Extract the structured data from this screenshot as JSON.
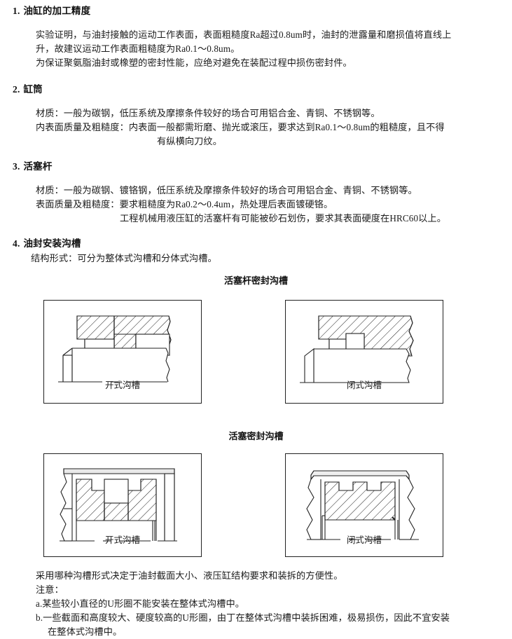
{
  "document": {
    "sections": [
      {
        "number": "1.",
        "title": "油缸的加工精度",
        "paragraphs": [
          "实验证明，与油封接触的运动工作表面，表面粗糙度Ra超过0.8um时，油封的泄露量和磨损值将直线上",
          "升，故建议运动工作表面粗糙度为Ra0.1～0.8um。",
          "为保证聚氨脂油封或橡塑的密封性能，应绝对避免在装配过程中损伤密封件。"
        ]
      },
      {
        "number": "2.",
        "title": "缸筒",
        "paragraphs": [
          "材质：一般为碳钢，低压系统及摩擦条件较好的场合可用铝合金、青铜、不锈钢等。",
          "内表面质量及粗糙度：内表面一般都需珩磨、抛光或滚压，要求达到Ra0.1～0.8um的粗糙度，且不得",
          "有纵横向刀纹。"
        ]
      },
      {
        "number": "3.",
        "title": "活塞杆",
        "paragraphs": [
          "材质：一般为碳钢、镀铬钢，低压系统及摩擦条件较好的场合可用铝合金、青铜、不锈钢等。",
          "表面质量及粗糙度：要求粗糙度为Ra0.2～0.4um，热处理后表面镀硬铬。",
          "工程机械用液压缸的活塞杆有可能被砂石划伤，要求其表面硬度在HRC60以上。"
        ]
      },
      {
        "number": "4.",
        "title": "油封安装沟槽",
        "paragraphs": [
          "结构形式：可分为整体式沟槽和分体式沟槽。"
        ]
      }
    ],
    "figure_groups": [
      {
        "title": "活塞杆密封沟槽",
        "figures": [
          {
            "caption": "开式沟槽",
            "kind": "rod-open"
          },
          {
            "caption": "闭式沟槽",
            "kind": "rod-closed"
          }
        ]
      },
      {
        "title": "活塞密封沟槽",
        "figures": [
          {
            "caption": "开式沟槽",
            "kind": "piston-open"
          },
          {
            "caption": "闭式沟槽",
            "kind": "piston-closed"
          }
        ]
      }
    ],
    "closing": {
      "summary": "采用哪种沟槽形式决定于油封截面大小、液压缸结构要求和装拆的方便性。",
      "notes_label": "注意：",
      "notes": [
        {
          "marker": "a.",
          "lines": [
            "某些较小直径的U形圈不能安装在整体式沟槽中。"
          ]
        },
        {
          "marker": "b.",
          "lines": [
            "一些截面和高度较大、硬度较高的U形圈，由丁在整体式沟槽中装拆困难，极易损伤，因此不宜安装",
            "在整体式沟槽中。"
          ]
        }
      ]
    }
  },
  "style": {
    "ink": "#1a1a1a",
    "line": "#222222",
    "paper": "#ffffff"
  }
}
